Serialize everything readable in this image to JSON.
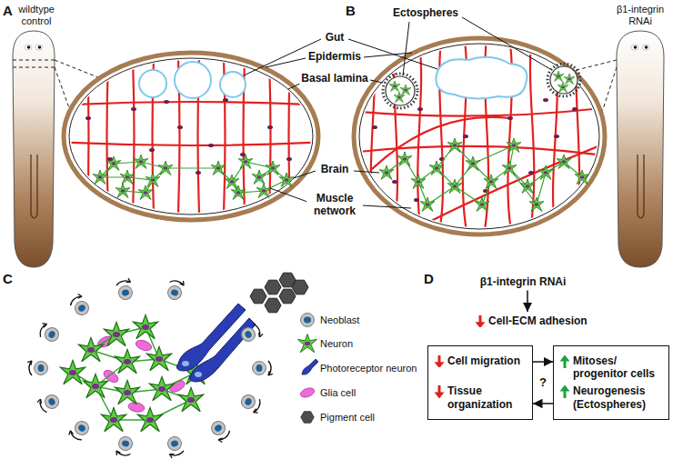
{
  "diagram": {
    "nodes": [
      {
        "text": [
          "β1-integrin RNAi"
        ]
      },
      {
        "text": [
          "Cell-ECM adhesion"
        ]
      },
      {
        "text": [
          "Cell migration",
          "Tissue organization"
        ]
      },
      {
        "text": [
          "Mitoses/ progenitor cells",
          "Neurogenesis (Ectospheres)"
        ]
      }
    ],
    "edges": [
      {
        "from": 0,
        "to": 1,
        "arrow": "to"
      },
      {
        "from": 2,
        "to": 3,
        "arrow": "to"
      },
      {
        "from": 3,
        "to": 2,
        "arrow": "to"
      }
    ],
    "labels": [
      "A",
      "B",
      "C",
      "D",
      "wildtype control",
      "β1-integrin RNAi",
      "Ectospheres",
      "Gut",
      "Epidermis",
      "Basal lamina",
      "Brain",
      "Muscle network",
      "?"
    ],
    "legend": [
      {
        "text": "Neoblast"
      },
      {
        "text": "Neuron"
      },
      {
        "text": "Photoreceptor neuron"
      },
      {
        "text": "Glia cell"
      },
      {
        "text": "Pigment cell"
      }
    ]
  }
}
